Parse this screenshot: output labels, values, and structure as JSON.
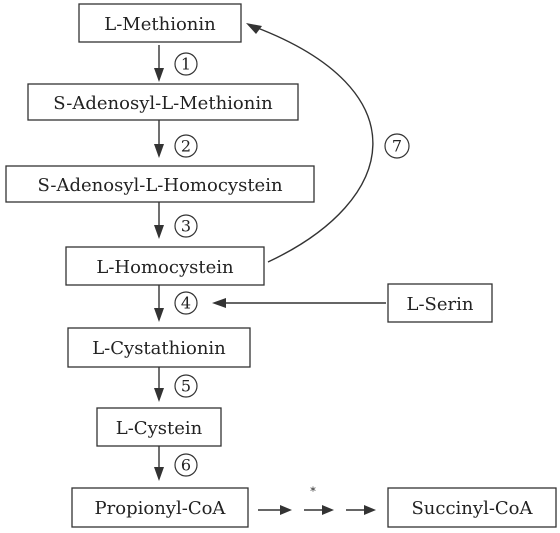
{
  "nodes": {
    "methionin": "L-Methionin",
    "sam": "S-Adenosyl-L-Methionin",
    "sah": "S-Adenosyl-L-Homocystein",
    "homocystein": "L-Homocystein",
    "cystathionin": "L-Cystathionin",
    "cystein": "L-Cystein",
    "propionyl": "Propionyl-CoA",
    "succinyl": "Succinyl-CoA",
    "serin": "L-Serin"
  },
  "steps": [
    "1",
    "2",
    "3",
    "4",
    "5",
    "6",
    "7"
  ],
  "marker": "*"
}
